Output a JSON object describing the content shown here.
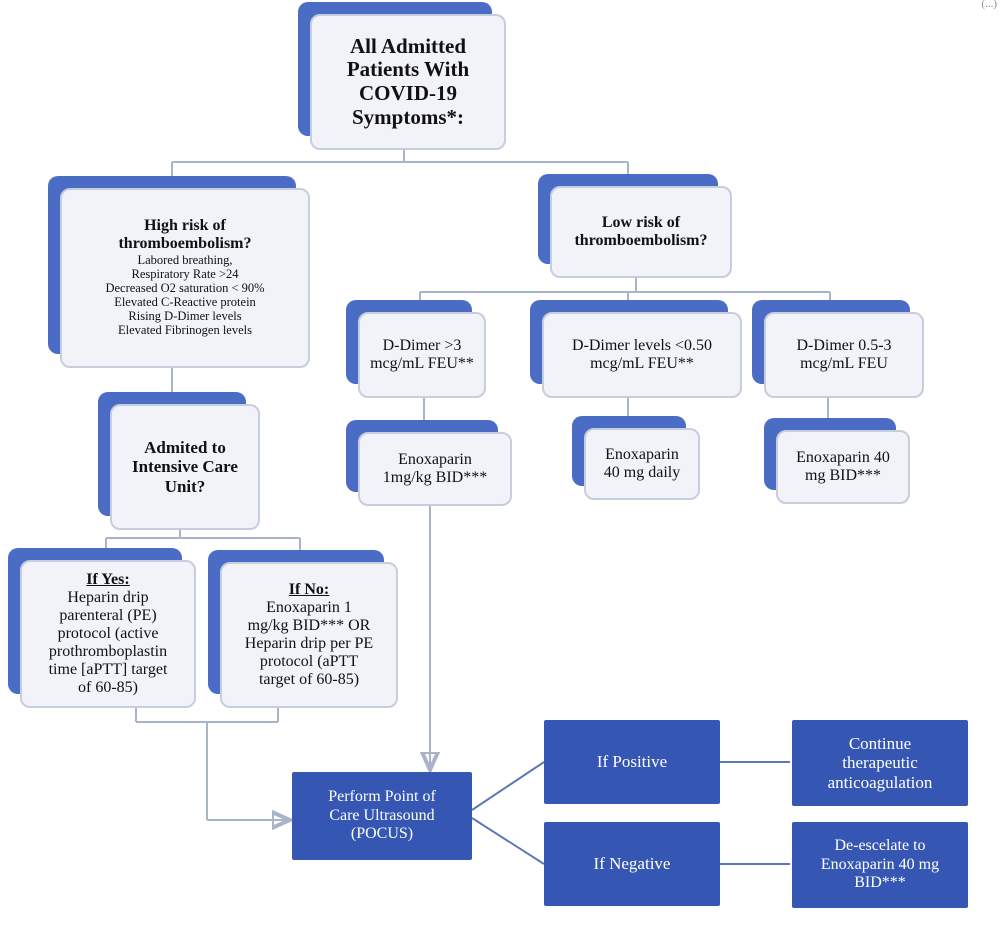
{
  "corner_mark": "(...)",
  "root": {
    "lines": [
      "All Admitted",
      "Patients With",
      "COVID-19",
      "Symptoms*:"
    ]
  },
  "high_risk": {
    "title_lines": [
      "High risk of",
      "thromboembolism?"
    ],
    "criteria": [
      "Labored breathing,",
      "Respiratory Rate >24",
      "Decreased O2 saturation < 90%",
      "Elevated C-Reactive protein",
      "Rising D-Dimer levels",
      "Elevated Fibrinogen levels"
    ]
  },
  "low_risk": {
    "lines": [
      "Low risk of",
      "thromboembolism?"
    ]
  },
  "ddimer_high": {
    "lines": [
      "D-Dimer >3",
      "mcg/mL FEU**"
    ]
  },
  "ddimer_low": {
    "lines": [
      "D-Dimer levels <0.50",
      "mcg/mL FEU**"
    ]
  },
  "ddimer_mid": {
    "lines": [
      "D-Dimer 0.5-3",
      "mcg/mL FEU"
    ]
  },
  "enox_1mg": {
    "lines": [
      "Enoxaparin",
      "1mg/kg BID***"
    ]
  },
  "enox_40_daily": {
    "lines": [
      "Enoxaparin",
      "40 mg daily"
    ]
  },
  "enox_40_bid": {
    "lines": [
      "Enoxaparin 40",
      "mg BID***"
    ]
  },
  "icu": {
    "lines": [
      "Admited to",
      "Intensive Care",
      "Unit?"
    ]
  },
  "if_yes": {
    "heading": "If Yes:",
    "lines": [
      "Heparin drip",
      "parenteral (PE)",
      "protocol (active",
      "prothromboplastin",
      "time [aPTT] target",
      "of 60-85)"
    ]
  },
  "if_no": {
    "heading": "If No:",
    "lines": [
      "Enoxaparin 1",
      "mg/kg BID*** OR",
      "Heparin drip per PE",
      "protocol (aPTT",
      "target of 60-85)"
    ]
  },
  "pocus": {
    "lines": [
      "Perform Point of",
      "Care Ultrasound",
      "(POCUS)"
    ]
  },
  "if_positive": {
    "label": "If Positive"
  },
  "if_negative": {
    "label": "If Negative"
  },
  "continue": {
    "lines": [
      "Continue",
      "therapeutic",
      "anticoagulation"
    ]
  },
  "deescalate": {
    "lines": [
      "De-escelate to",
      "Enoxaparin 40 mg",
      "BID***"
    ]
  }
}
